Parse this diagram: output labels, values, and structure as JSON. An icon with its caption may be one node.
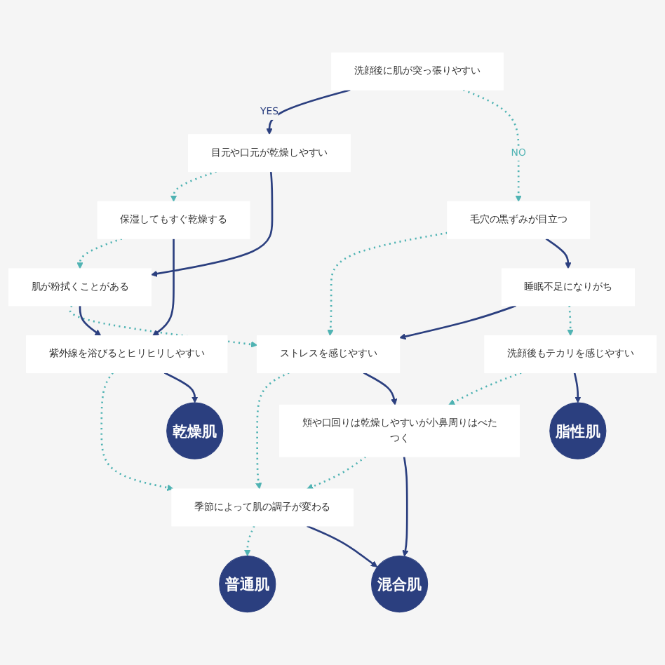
{
  "diagram": {
    "nodes": [
      {
        "text": [
          "洗顔後に肌が突っ張りやすい"
        ]
      },
      {
        "text": [
          "目元や口元が乾燥しやすい"
        ]
      },
      {
        "text": [
          "毛穴の黒ずみが目立つ"
        ]
      },
      {
        "text": [
          "保湿してもすぐ乾燥する"
        ]
      },
      {
        "text": [
          "肌が粉拭くことがある"
        ]
      },
      {
        "text": [
          "ストレスを感じやすい"
        ]
      },
      {
        "text": [
          "睡眠不足になりがち"
        ]
      },
      {
        "text": [
          "紫外線を浴びるとヒリヒリしやすい"
        ]
      },
      {
        "text": [
          "季節によって肌の調子が変わる"
        ]
      },
      {
        "text": [
          "頬や口回りは乾燥しやすいが小鼻周りはべたつく"
        ]
      },
      {
        "text": [
          "洗顔後もテカリを感じやすい"
        ]
      },
      {
        "text": [
          "乾燥肌"
        ]
      },
      {
        "text": [
          "普通肌"
        ]
      },
      {
        "text": [
          "混合肌"
        ]
      },
      {
        "text": [
          "脂性肌"
        ]
      }
    ],
    "edges": [
      {
        "from": 0,
        "to": 1,
        "arrow": "to",
        "label": "YES"
      },
      {
        "from": 0,
        "to": 2,
        "arrow": "to",
        "label": "NO",
        "style": "dashed",
        "color": "#4fb3b3"
      },
      {
        "from": 1,
        "to": 3,
        "arrow": "to",
        "style": "dashed",
        "color": "#4fb3b3"
      },
      {
        "from": 1,
        "to": 4,
        "arrow": "to"
      },
      {
        "from": 2,
        "to": 5,
        "arrow": "to",
        "style": "dashed",
        "color": "#4fb3b3"
      },
      {
        "from": 2,
        "to": 6,
        "arrow": "to"
      },
      {
        "from": 3,
        "to": 4,
        "arrow": "to",
        "style": "dashed",
        "color": "#4fb3b3"
      },
      {
        "from": 4,
        "to": 5,
        "arrow": "to",
        "style": "dashed",
        "color": "#4fb3b3"
      },
      {
        "from": 6,
        "to": 5,
        "arrow": "to"
      },
      {
        "from": 3,
        "to": 7,
        "arrow": "to"
      },
      {
        "from": 4,
        "to": 7,
        "arrow": "to"
      },
      {
        "from": 5,
        "to": 8,
        "arrow": "to",
        "style": "dashed",
        "color": "#4fb3b3"
      },
      {
        "from": 5,
        "to": 9,
        "arrow": "to"
      },
      {
        "from": 6,
        "to": 10,
        "arrow": "to",
        "style": "dashed",
        "color": "#4fb3b3"
      },
      {
        "from": 7,
        "to": 8,
        "arrow": "to",
        "style": "dashed",
        "color": "#4fb3b3"
      },
      {
        "from": 9,
        "to": 8,
        "arrow": "to",
        "style": "dashed",
        "color": "#4fb3b3"
      },
      {
        "from": 10,
        "to": 9,
        "arrow": "to",
        "style": "dashed",
        "color": "#4fb3b3"
      },
      {
        "from": 7,
        "to": 11,
        "arrow": "to"
      },
      {
        "from": 8,
        "to": 12,
        "arrow": "to",
        "style": "dashed",
        "color": "#4fb3b3"
      },
      {
        "from": 8,
        "to": 13,
        "arrow": "to"
      },
      {
        "from": 9,
        "to": 13,
        "arrow": "to"
      },
      {
        "from": 10,
        "to": 14,
        "arrow": "to"
      }
    ]
  }
}
